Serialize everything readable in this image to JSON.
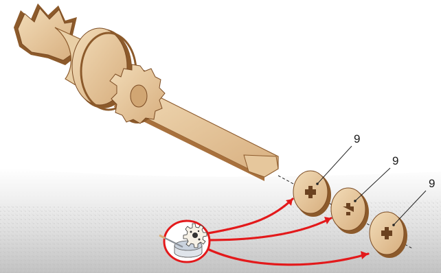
{
  "diagram": {
    "callouts": [
      {
        "label": "9"
      },
      {
        "label": "9"
      },
      {
        "label": "9"
      }
    ],
    "icons": {
      "glue": "glue-pot-icon",
      "gear": "gear-icon"
    },
    "colors": {
      "wood": "#dcb98d",
      "wood_light": "#ecd4ae",
      "wood_edge": "#8c5a2b",
      "arrow": "#e3191b",
      "floor": "#c9c9c9"
    }
  }
}
